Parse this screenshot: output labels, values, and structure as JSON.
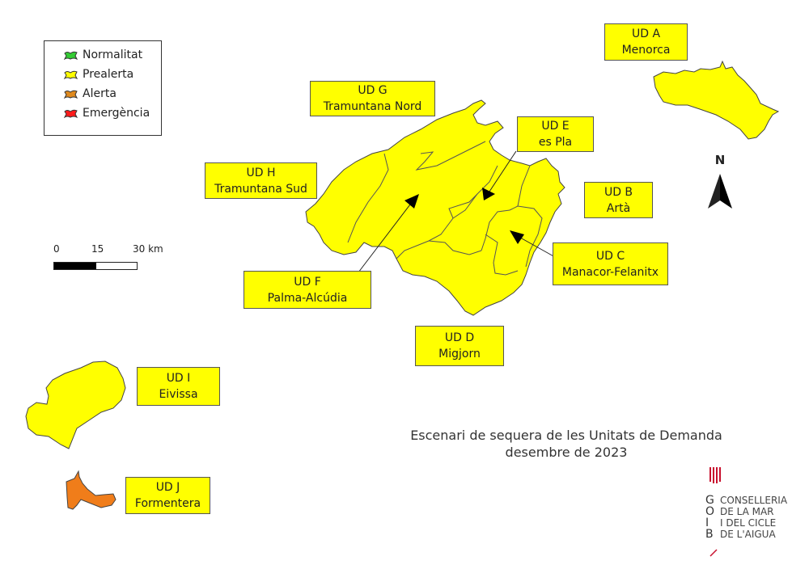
{
  "legend": {
    "items": [
      {
        "label": "Normalitat",
        "color": "#33cc33"
      },
      {
        "label": "Prealerta",
        "color": "#ffff00"
      },
      {
        "label": "Alerta",
        "color": "#e08a1e"
      },
      {
        "label": "Emergència",
        "color": "#ff1a1a"
      }
    ]
  },
  "units": [
    {
      "id": "A",
      "code": "UD A",
      "name": "Menorca",
      "status": "Prealerta"
    },
    {
      "id": "B",
      "code": "UD B",
      "name": "Artà",
      "status": "Prealerta"
    },
    {
      "id": "C",
      "code": "UD C",
      "name": "Manacor-Felanitx",
      "status": "Prealerta"
    },
    {
      "id": "D",
      "code": "UD D",
      "name": "Migjorn",
      "status": "Prealerta"
    },
    {
      "id": "E",
      "code": "UD E",
      "name": "es Pla",
      "status": "Prealerta"
    },
    {
      "id": "F",
      "code": "UD F",
      "name": "Palma-Alcúdia",
      "status": "Prealerta"
    },
    {
      "id": "G",
      "code": "UD G",
      "name": "Tramuntana Nord",
      "status": "Prealerta"
    },
    {
      "id": "H",
      "code": "UD H",
      "name": "Tramuntana Sud",
      "status": "Prealerta"
    },
    {
      "id": "I",
      "code": "UD I",
      "name": "Eivissa",
      "status": "Prealerta"
    },
    {
      "id": "J",
      "code": "UD J",
      "name": "Formentera",
      "status": "Alerta"
    }
  ],
  "colors": {
    "prealerta_fill": "#ffff00",
    "alerta_fill": "#f07d1a",
    "outline": "#444444"
  },
  "scale": {
    "ticks": [
      "0",
      "15",
      "30 km"
    ]
  },
  "north": {
    "label": "N"
  },
  "title": {
    "line1": "Escenari de sequera de les Unitats de Demanda",
    "line2": "desembre de 2023"
  },
  "logo": {
    "letters": [
      "G",
      "O",
      "I",
      "B"
    ],
    "lines": [
      "CONSELLERIA",
      "DE LA MAR",
      "I DEL CICLE",
      "DE L'AIGUA"
    ],
    "accent": "#c8102e"
  }
}
